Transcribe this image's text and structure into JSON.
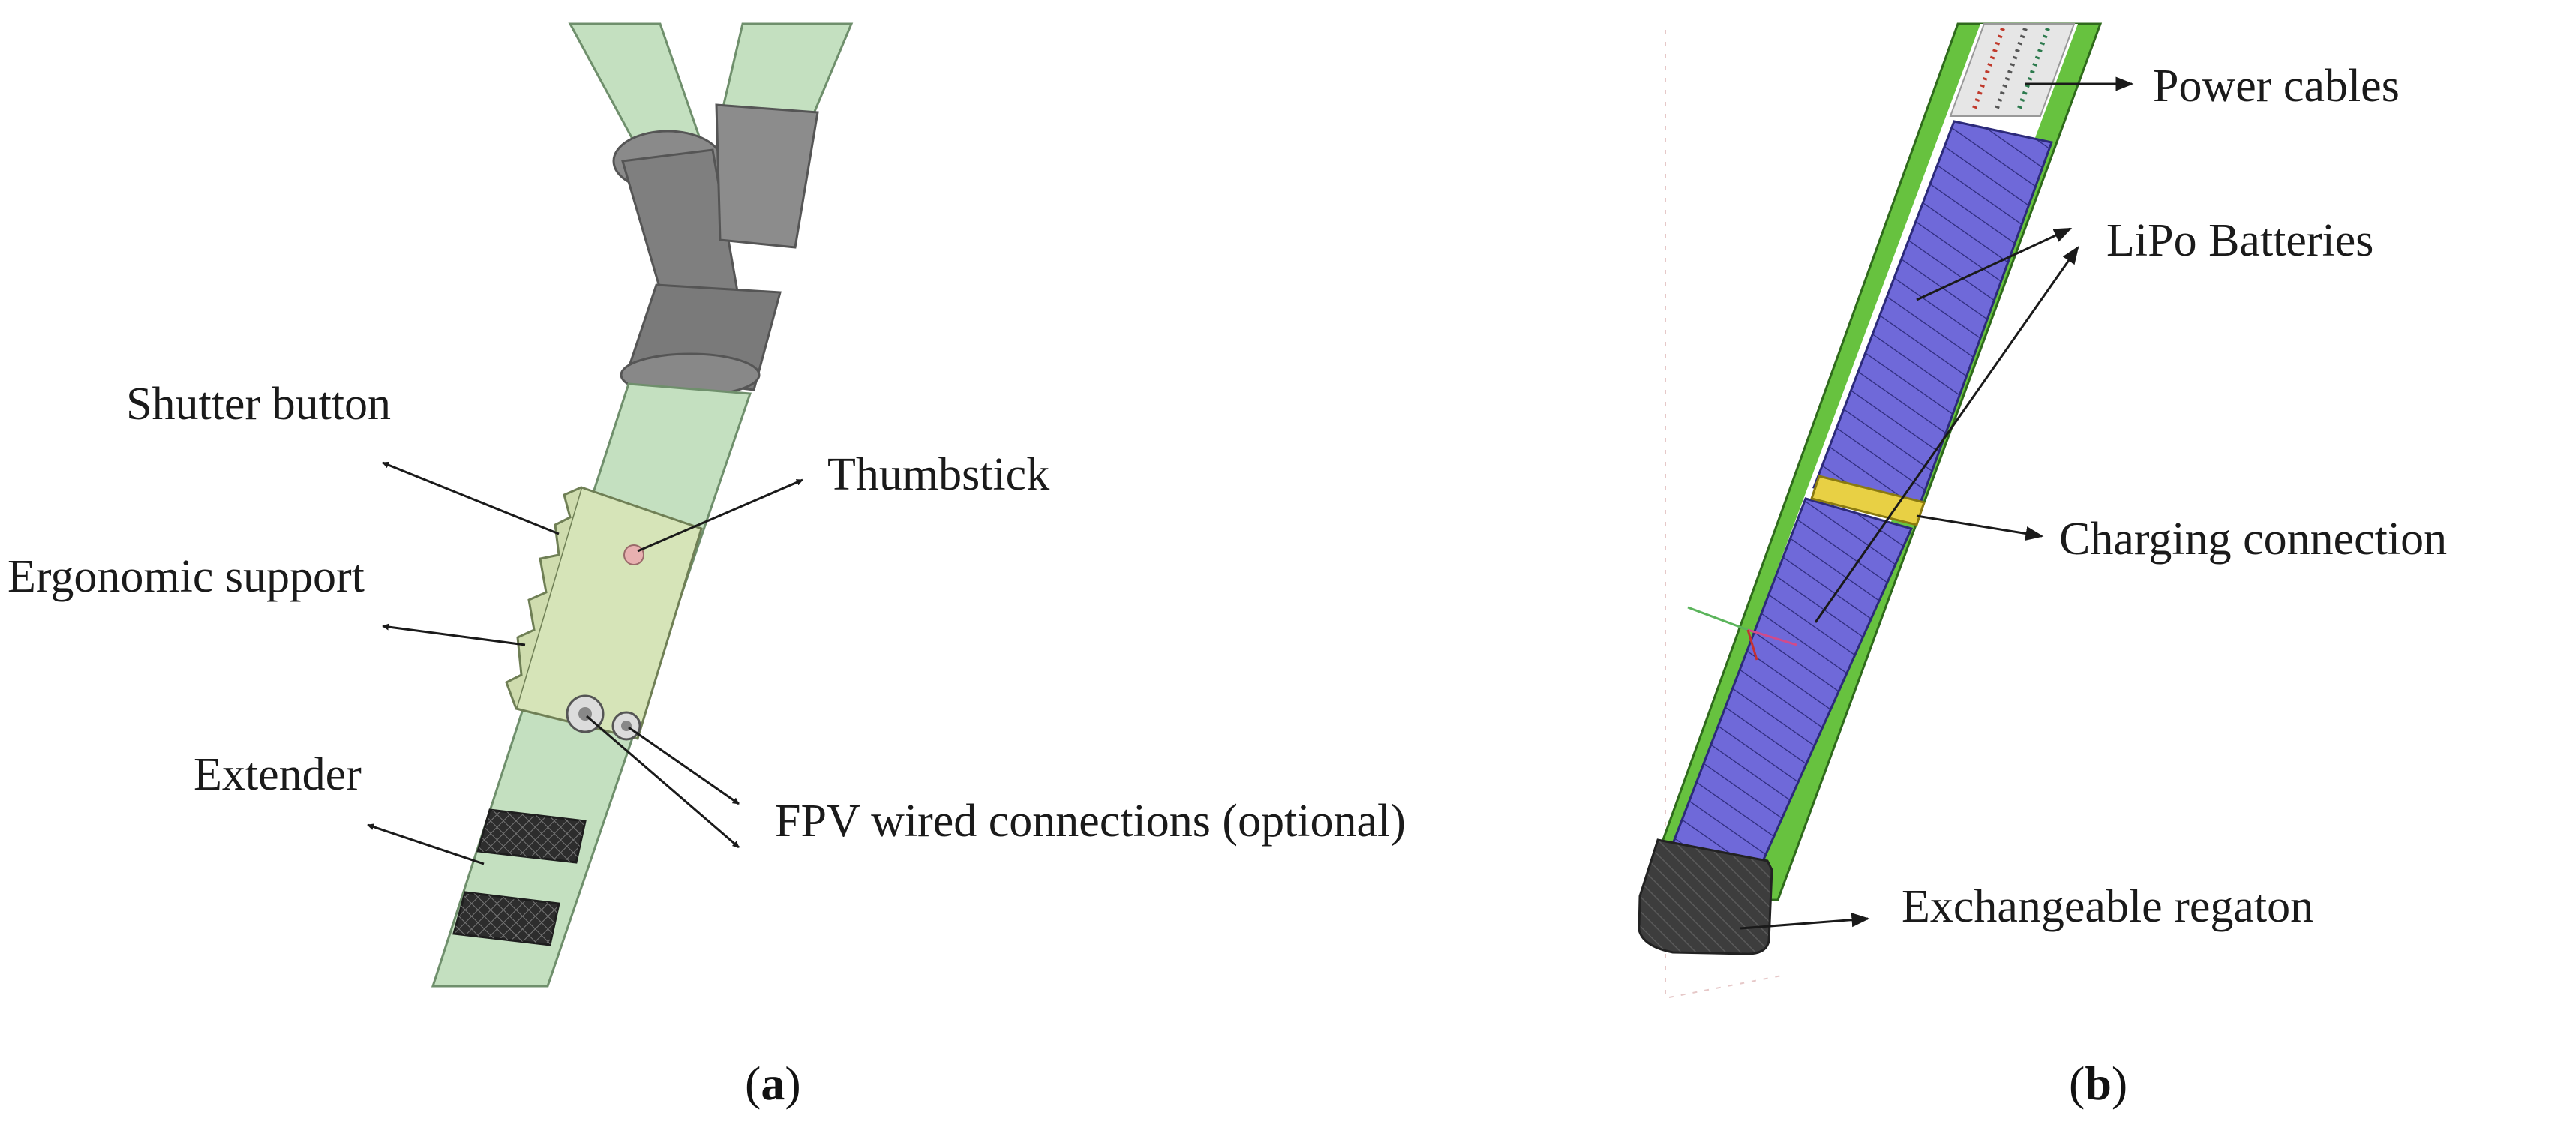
{
  "panel_a": {
    "caption_letter": "a",
    "labels": {
      "shutter_button": "Shutter button",
      "thumbstick": "Thumbstick",
      "ergonomic_support": "Ergonomic support",
      "extender": "Extender",
      "fpv_connections": "FPV wired connections (optional)"
    }
  },
  "panel_b": {
    "caption_letter": "b",
    "labels": {
      "power_cables": "Power cables",
      "lipo_batteries": "LiPo Batteries",
      "charging_connection": "Charging connection",
      "exchangeable_regaton": "Exchangeable regaton"
    }
  },
  "colors": {
    "tube_green": "#c4e0c0",
    "tube_outline": "#6f8f6c",
    "joint_gray": "#7f7f7f",
    "casing_green": "#67c23f",
    "battery_blue": "#6f69d9",
    "connector_yellow": "#e8d044",
    "regaton_dark": "#3d3d3d"
  }
}
